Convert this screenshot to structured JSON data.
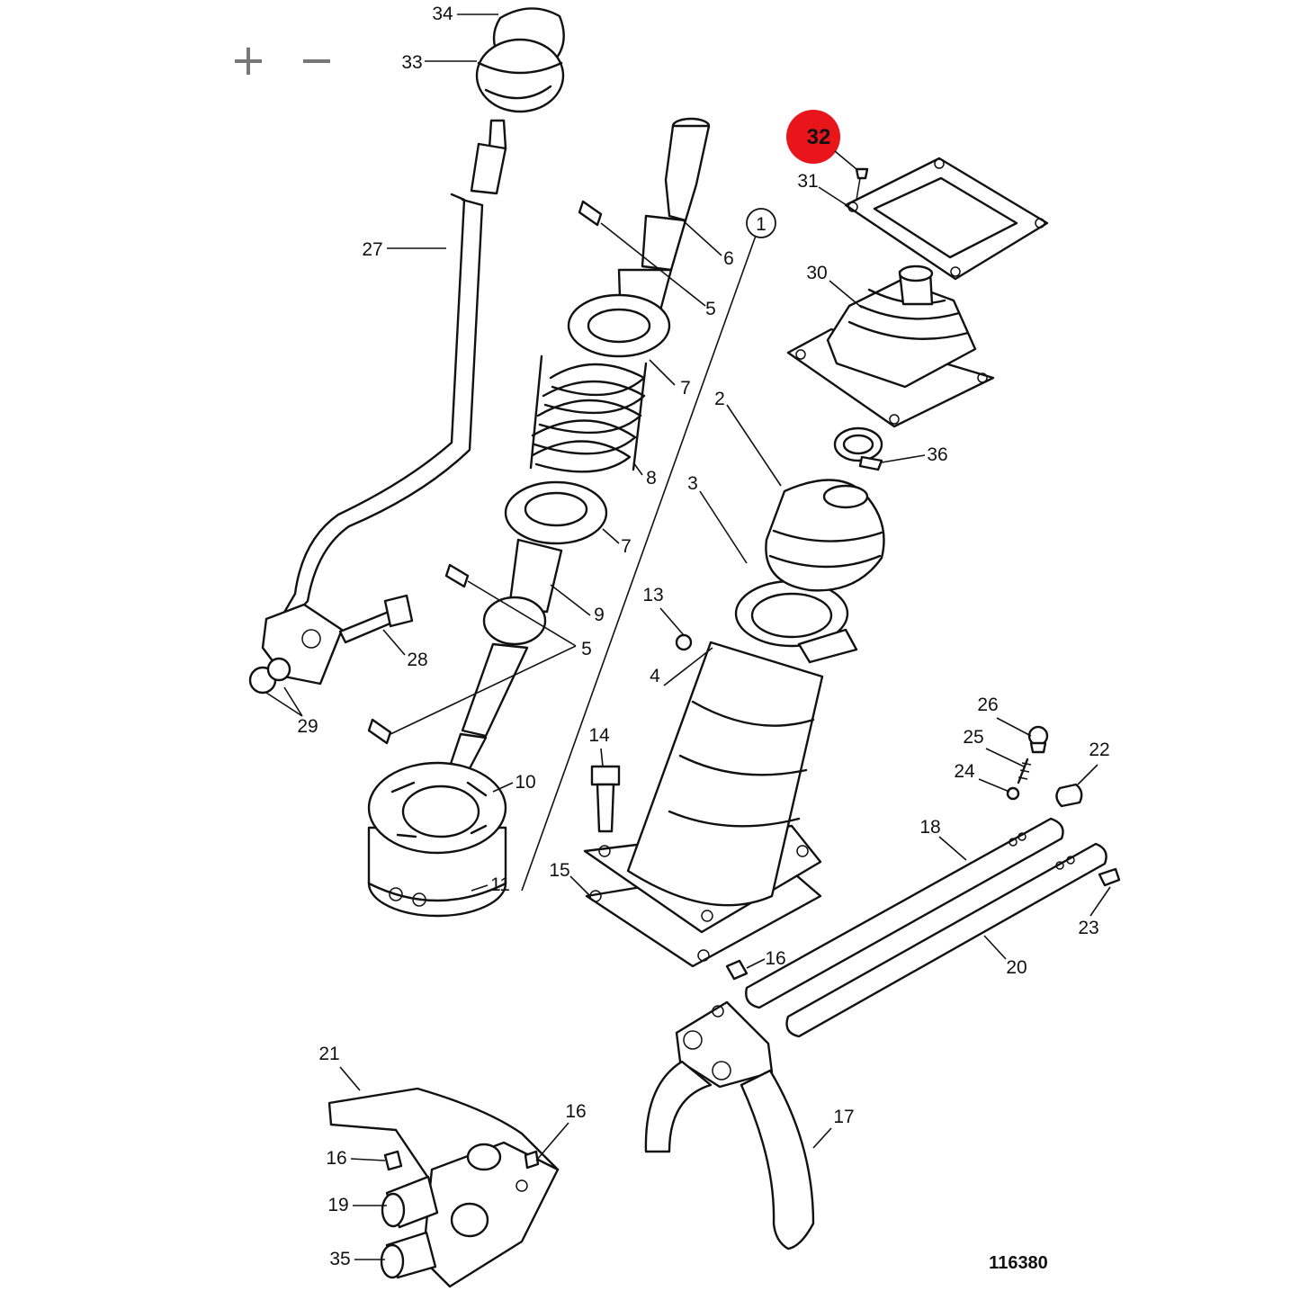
{
  "zoom_controls": {
    "zoom_in": "+",
    "zoom_out": "−"
  },
  "highlight": {
    "label": "32",
    "color": "#e8161b"
  },
  "circled_label": "1",
  "reference_number": "116380",
  "callouts": {
    "c34": "34",
    "c33": "33",
    "c27": "27",
    "c28": "28",
    "c29": "29",
    "c6": "6",
    "c5a": "5",
    "c7a": "7",
    "c2": "2",
    "c8": "8",
    "c3": "3",
    "c7b": "7",
    "c13": "13",
    "c9": "9",
    "c5b": "5",
    "c4": "4",
    "c14": "14",
    "c10": "10",
    "c11": "11",
    "c15": "15",
    "c16a": "16",
    "c31": "31",
    "c30": "30",
    "c36": "36",
    "c26": "26",
    "c25": "25",
    "c22": "22",
    "c24": "24",
    "c18": "18",
    "c23": "23",
    "c20": "20",
    "c17": "17",
    "c21": "21",
    "c16b": "16",
    "c16c": "16",
    "c19": "19",
    "c35": "35"
  }
}
